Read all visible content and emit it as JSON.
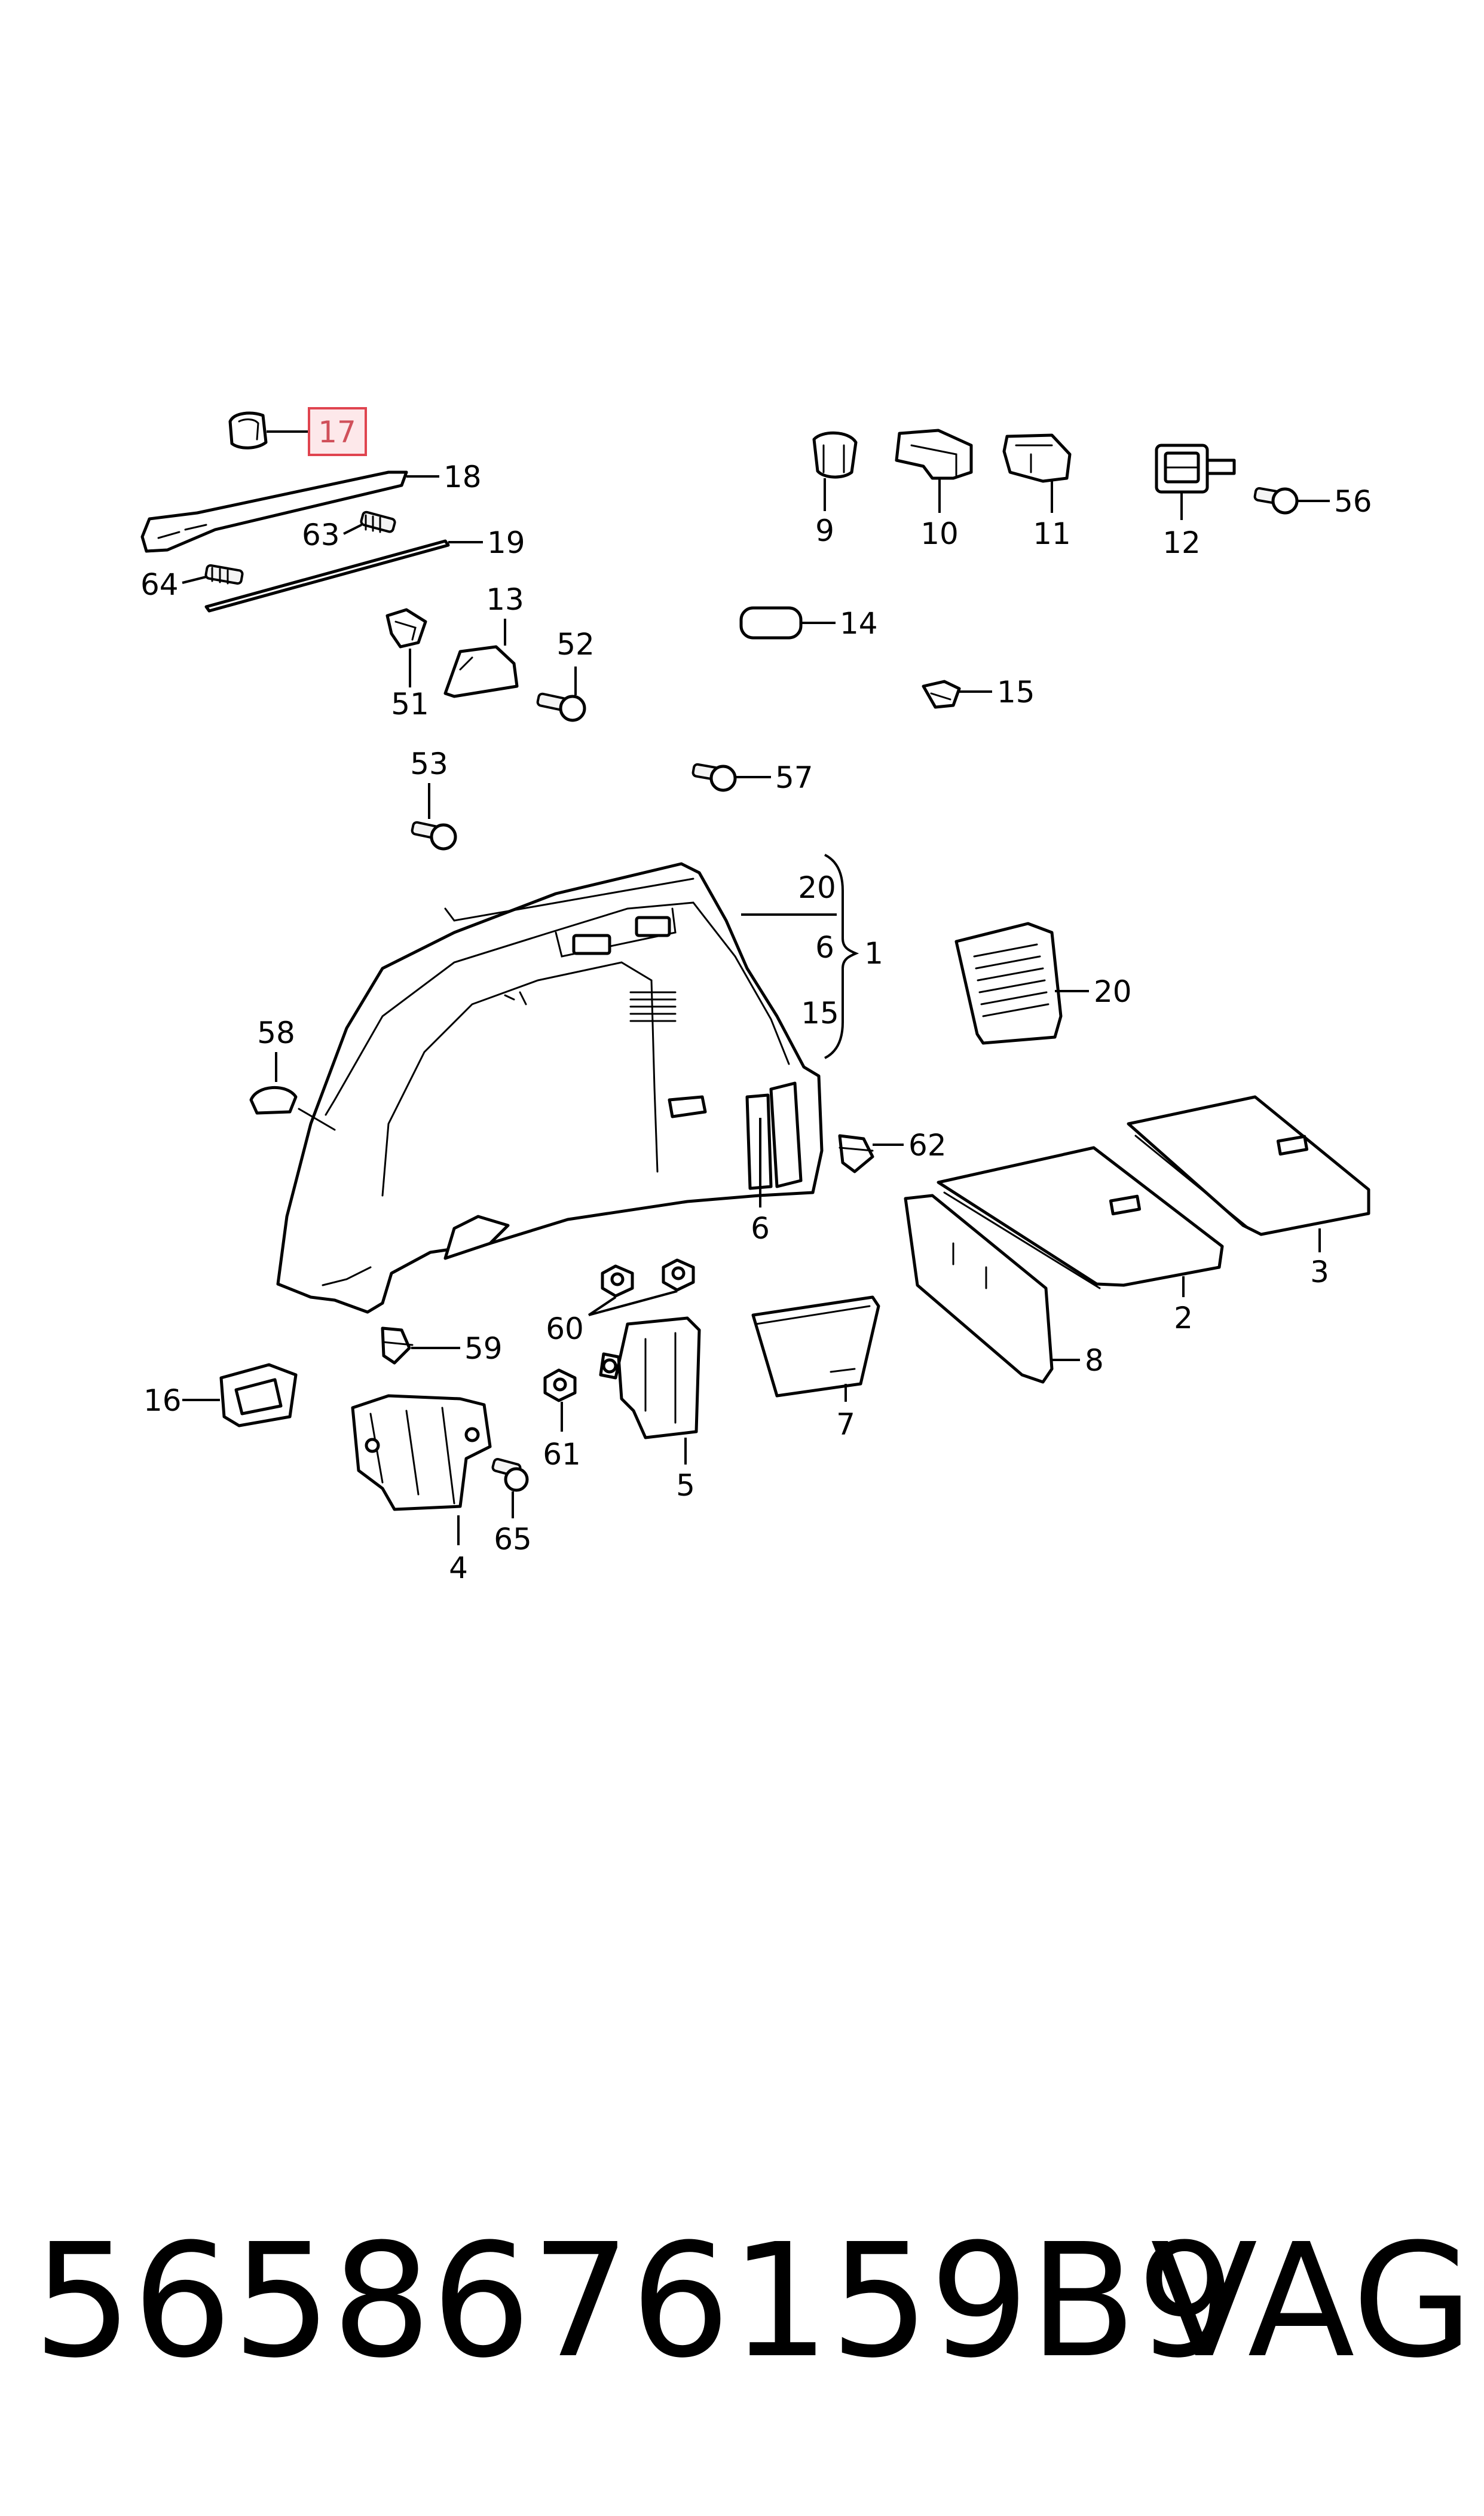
{
  "diagram": {
    "highlighted_callout": "17",
    "callouts": {
      "c1": "1",
      "c2": "2",
      "c3": "3",
      "c4": "4",
      "c5": "5",
      "c6a": "6",
      "c6b": "6",
      "c7": "7",
      "c8": "8",
      "c9": "9",
      "c10": "10",
      "c11": "11",
      "c12": "12",
      "c13": "13",
      "c14": "14",
      "c15a": "15",
      "c15b": "15",
      "c16": "16",
      "c17": "17",
      "c18": "18",
      "c19": "19",
      "c20a": "20",
      "c20b": "20",
      "c51": "51",
      "c52": "52",
      "c53": "53",
      "c56": "56",
      "c57": "57",
      "c58": "58",
      "c59": "59",
      "c60": "60",
      "c61": "61",
      "c62": "62",
      "c63": "63",
      "c64": "64",
      "c65": "65"
    }
  },
  "footer": {
    "part_number": "5658676159B9",
    "brand": "VAG"
  }
}
